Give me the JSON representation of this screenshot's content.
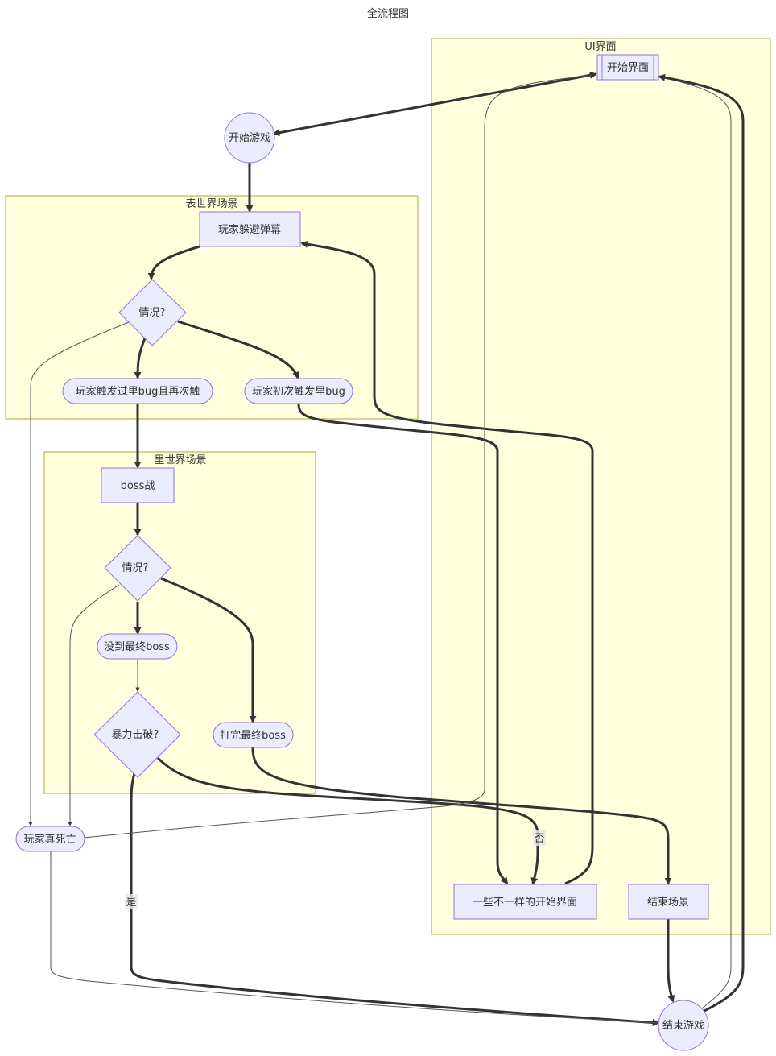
{
  "title": "全流程图",
  "colors": {
    "cluster_fill": "#ffffde",
    "cluster_stroke": "#aaaa33",
    "node_fill": "#ececff",
    "node_stroke": "#9370db",
    "edge": "#333333"
  },
  "clusters": {
    "ui": "UI界面",
    "surface": "表世界场景",
    "inner": "里世界场景"
  },
  "nodes": {
    "start_screen": "开始界面",
    "start_game": "开始游戏",
    "dodge": "玩家躲避弹幕",
    "situation1": "情况?",
    "triggered_again": "玩家触发过里bug且再次触",
    "first_trigger": "玩家初次触发里bug",
    "boss_fight": "boss战",
    "situation2": "情况?",
    "not_final_boss": "没到最终boss",
    "brute_force": "暴力击破?",
    "beat_final_boss": "打完最终boss",
    "true_death": "玩家真死亡",
    "different_start": "一些不一样的开始界面",
    "end_scene": "结束场景",
    "end_game": "结束游戏"
  },
  "edge_labels": {
    "yes": "是",
    "no": "否"
  }
}
